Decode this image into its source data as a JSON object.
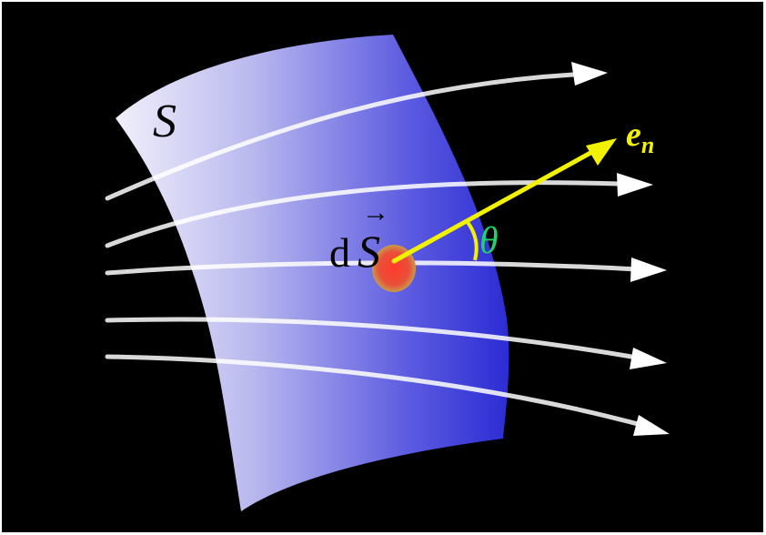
{
  "diagram": {
    "surface_label": "S",
    "element_label_prefix": "d",
    "element_label_symbol": "S",
    "element_vector_mark": "→",
    "normal_label_main": "e",
    "normal_label_sub": "n",
    "angle_label": "θ"
  },
  "colors": {
    "background": "#000000",
    "surface_light": "#ecebfb",
    "surface_dark": "#2f2fd6",
    "field_lines": "#ffffff",
    "normal_vector": "#f2f200",
    "angle_label": "#1fd36a",
    "surface_element": "#e0443a"
  }
}
